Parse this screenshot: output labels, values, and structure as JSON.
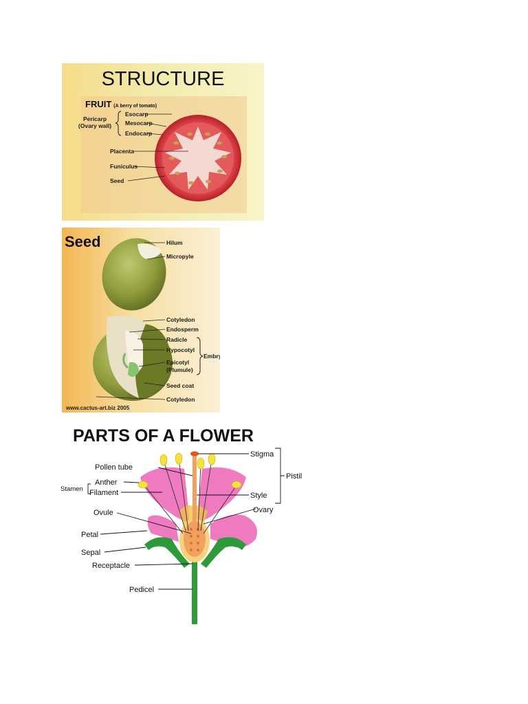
{
  "panel1": {
    "title": "STRUCTURE",
    "fruit_heading": "FRUIT",
    "fruit_sub": "(A berry of tomato)",
    "pericarp": "Pericarp",
    "ovary_wall": "(Ovary wall)",
    "labels": [
      "Esocarp",
      "Mesocarp",
      "Endocarp",
      "Placenta",
      "Funiculus",
      "Seed"
    ]
  },
  "panel2": {
    "title": "Seed",
    "labels": [
      "Hilum",
      "Micropyle",
      "Cotyledon",
      "Endosperm",
      "Radicle",
      "Hypocotyl",
      "Epicotyl",
      "(Plumule)",
      "Seed coat",
      "Cotyledon"
    ],
    "embryo": "Embryo",
    "credit": "www.cactus-art.biz 2005"
  },
  "panel3": {
    "title": "PARTS OF A FLOWER",
    "labels": {
      "stigma": "Stigma",
      "pistil": "Pistil",
      "pollen_tube": "Pollen tube",
      "stamen": "Stamen",
      "anther": "Anther",
      "filament": "Filament",
      "style": "Style",
      "ovary": "Ovary",
      "ovule": "Ovule",
      "petal": "Petal",
      "sepal": "Sepal",
      "receptacle": "Receptacle",
      "pedicel": "Pedicel"
    }
  },
  "colors": {
    "tomato_red": "#d8333a",
    "seed_green": "#8f9b3c",
    "petal_pink": "#f07ac0",
    "sepal_green": "#2e9a3a",
    "ovary_orange": "#f0a060"
  }
}
